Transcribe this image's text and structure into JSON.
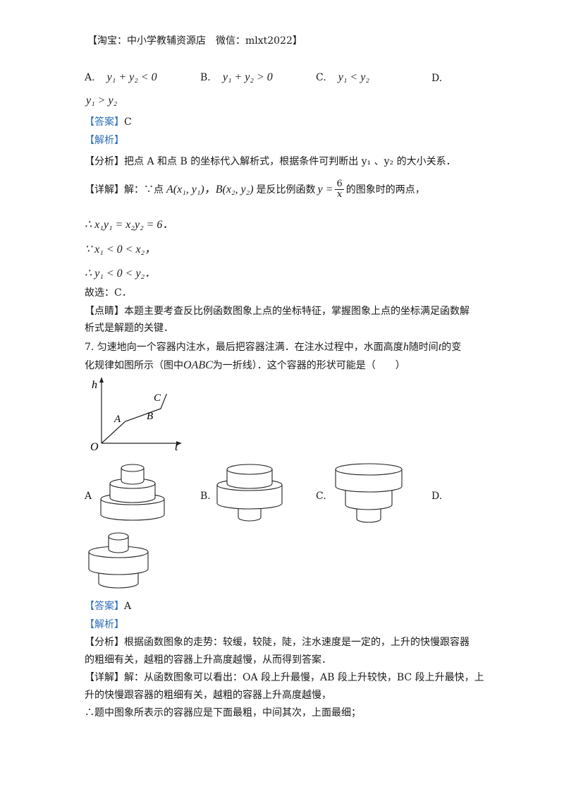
{
  "header": "【淘宝：中小学教辅资源店　微信：mlxt2022】",
  "q6": {
    "options": {
      "a_label": "A.",
      "a_expr": "y₁ + y₂ < 0",
      "b_label": "B.",
      "b_expr": "y₁ + y₂ > 0",
      "c_label": "C.",
      "c_expr": "y₁ < y₂",
      "d_label": "D.",
      "d_expr": "y₁ > y₂"
    },
    "answer_tag": "【答案】",
    "answer": "C",
    "analysis_tag": "【解析】",
    "fenxi_tag": "【分析】",
    "fenxi": "把点 A 和点 B 的坐标代入解析式，根据条件可判断出 y₁ 、y₂ 的大小关系．",
    "detail_tag": "【详解】",
    "detail_pre": "解：∵点",
    "detail_points": "A(x₁, y₁)，B(x₂, y₂)",
    "detail_mid": "是反比例函数",
    "func_lhs": "y =",
    "func_num": "6",
    "func_den": "x",
    "detail_post": "的图象时的两点，",
    "step1": "∴ x₁y₁ = x₂y₂ = 6．",
    "step2": "∵ x₁ < 0 < x₂，",
    "step3": "∴ y₁ < 0 < y₂．",
    "choice": "故选：C．",
    "dianjing_tag": "【点睛】",
    "dianjing_1": "本题主要考查反比例函数图象上点的坐标特征，掌握图象上点的坐标满足函数解",
    "dianjing_2": "析式是解题的关键．"
  },
  "q7": {
    "stem_1a": "7. 匀速地向一个容器内注水，最后把容器注满．在注水过程中，水面高度",
    "stem_h": "h",
    "stem_1b": "随时间",
    "stem_t": "t",
    "stem_1c": "的变",
    "stem_2a": "化规律如图所示（图中",
    "stem_2b": "OABC",
    "stem_2c": "为一折线）．这个容器的形状可能是（　　）",
    "graph_labels": {
      "h": "h",
      "t": "t",
      "o": "O",
      "a": "A",
      "b": "B",
      "c": "C"
    },
    "graph_points": [
      [
        0,
        0
      ],
      [
        2.4,
        2.2
      ],
      [
        6.0,
        3.5
      ],
      [
        6.6,
        5.0
      ]
    ],
    "choice_labels": {
      "a": "A",
      "b": "B.",
      "c": "C.",
      "d": "D."
    },
    "answer_tag": "【答案】",
    "answer": "A",
    "analysis_tag": "【解析】",
    "fenxi_tag": "【分析】",
    "fenxi_1": "根据函数图象的走势：较缓，较陡，陡，注水速度是一定的，上升的快慢跟容器",
    "fenxi_2": "的粗细有关，越粗的容器上升高度越慢，从而得到答案．",
    "detail_tag": "【详解】",
    "detail_1": "解：从函数图象可以看出：OA 段上升最慢，AB 段上升较快，BC 段上升最快，上",
    "detail_2": "升的快慢跟容器的粗细有关，越粗的容器上升高度越慢，",
    "detail_3": "∴题中图象所表示的容器应是下面最粗，中间其次，上面最细；"
  }
}
